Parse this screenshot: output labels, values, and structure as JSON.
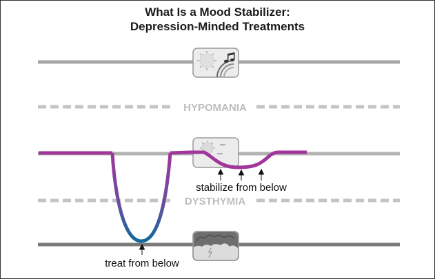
{
  "title": {
    "line1": "What Is a Mood Stabilizer:",
    "line2": "Depression-Minded Treatments"
  },
  "levels": [
    {
      "id": "mania",
      "style": "solid",
      "color": "#a6a6a6",
      "icon": "sun-music-icon"
    },
    {
      "id": "hypomania",
      "label": "HYPOMANIA",
      "style": "dashed",
      "color": "#c4c4c4"
    },
    {
      "id": "euthymia",
      "style": "solid",
      "color": "#b3b3b3",
      "icon": "sun-birds-icon"
    },
    {
      "id": "dysthymia",
      "label": "DYSTHYMIA",
      "style": "dashed",
      "color": "#c4c4c4"
    },
    {
      "id": "depression",
      "style": "solid",
      "color": "#7a7a7a",
      "icon": "storm-cloud-icon"
    }
  ],
  "mood_curve": {
    "color_top": "#a0359a",
    "color_bottom": "#1a6b9e"
  },
  "annotations": {
    "stabilize": "stabilize from below",
    "treat": "treat from below"
  }
}
